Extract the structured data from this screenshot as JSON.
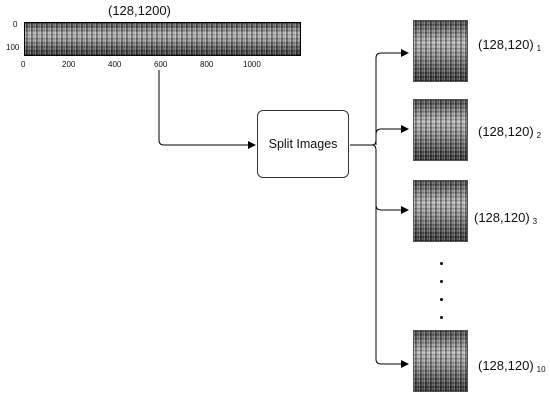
{
  "input_image": {
    "shape_label": "(128,1200)",
    "y_ticks": [
      "0",
      "100"
    ],
    "x_ticks": [
      "0",
      "200",
      "400",
      "600",
      "800",
      "1000"
    ]
  },
  "process": {
    "label": "Split Images"
  },
  "outputs": [
    {
      "shape_label": "(128,120)",
      "index": "1"
    },
    {
      "shape_label": "(128,120)",
      "index": "2"
    },
    {
      "shape_label": "(128,120)",
      "index": "3"
    },
    {
      "shape_label": "(128,120)",
      "index": "10"
    }
  ]
}
